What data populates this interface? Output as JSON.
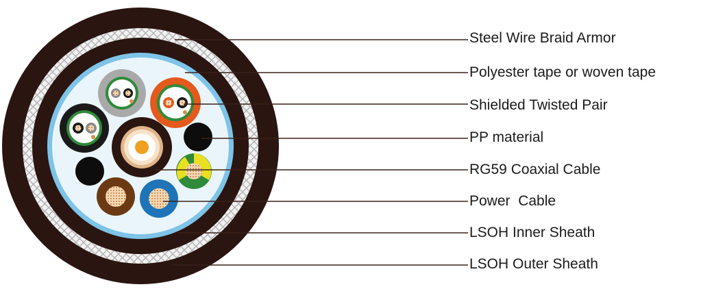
{
  "labels": [
    "Steel Wire Braid Armor",
    "Polyester tape or woven tape",
    "Shielded Twisted Pair",
    "PP material",
    "RG59 Coaxial Cable",
    "Power  Cable",
    "LSOH Inner Sheath",
    "LSOH Outer Sheath"
  ],
  "colors": {
    "sheath": "#2a1510",
    "leader": "#3a2218",
    "tape": "#7ec3e8",
    "filler": "#e9f5fb",
    "braid": "#d9d9d9",
    "grey_jacket": "#a9a9a9",
    "orange_jacket": "#e35a1c",
    "green_ring": "#2e8b3a",
    "brown_core": "#6b3a14",
    "blue_core": "#1f74b8",
    "copper": "#d98c4a",
    "yellow": "#e8e020",
    "coax_center": "#f0a020"
  }
}
